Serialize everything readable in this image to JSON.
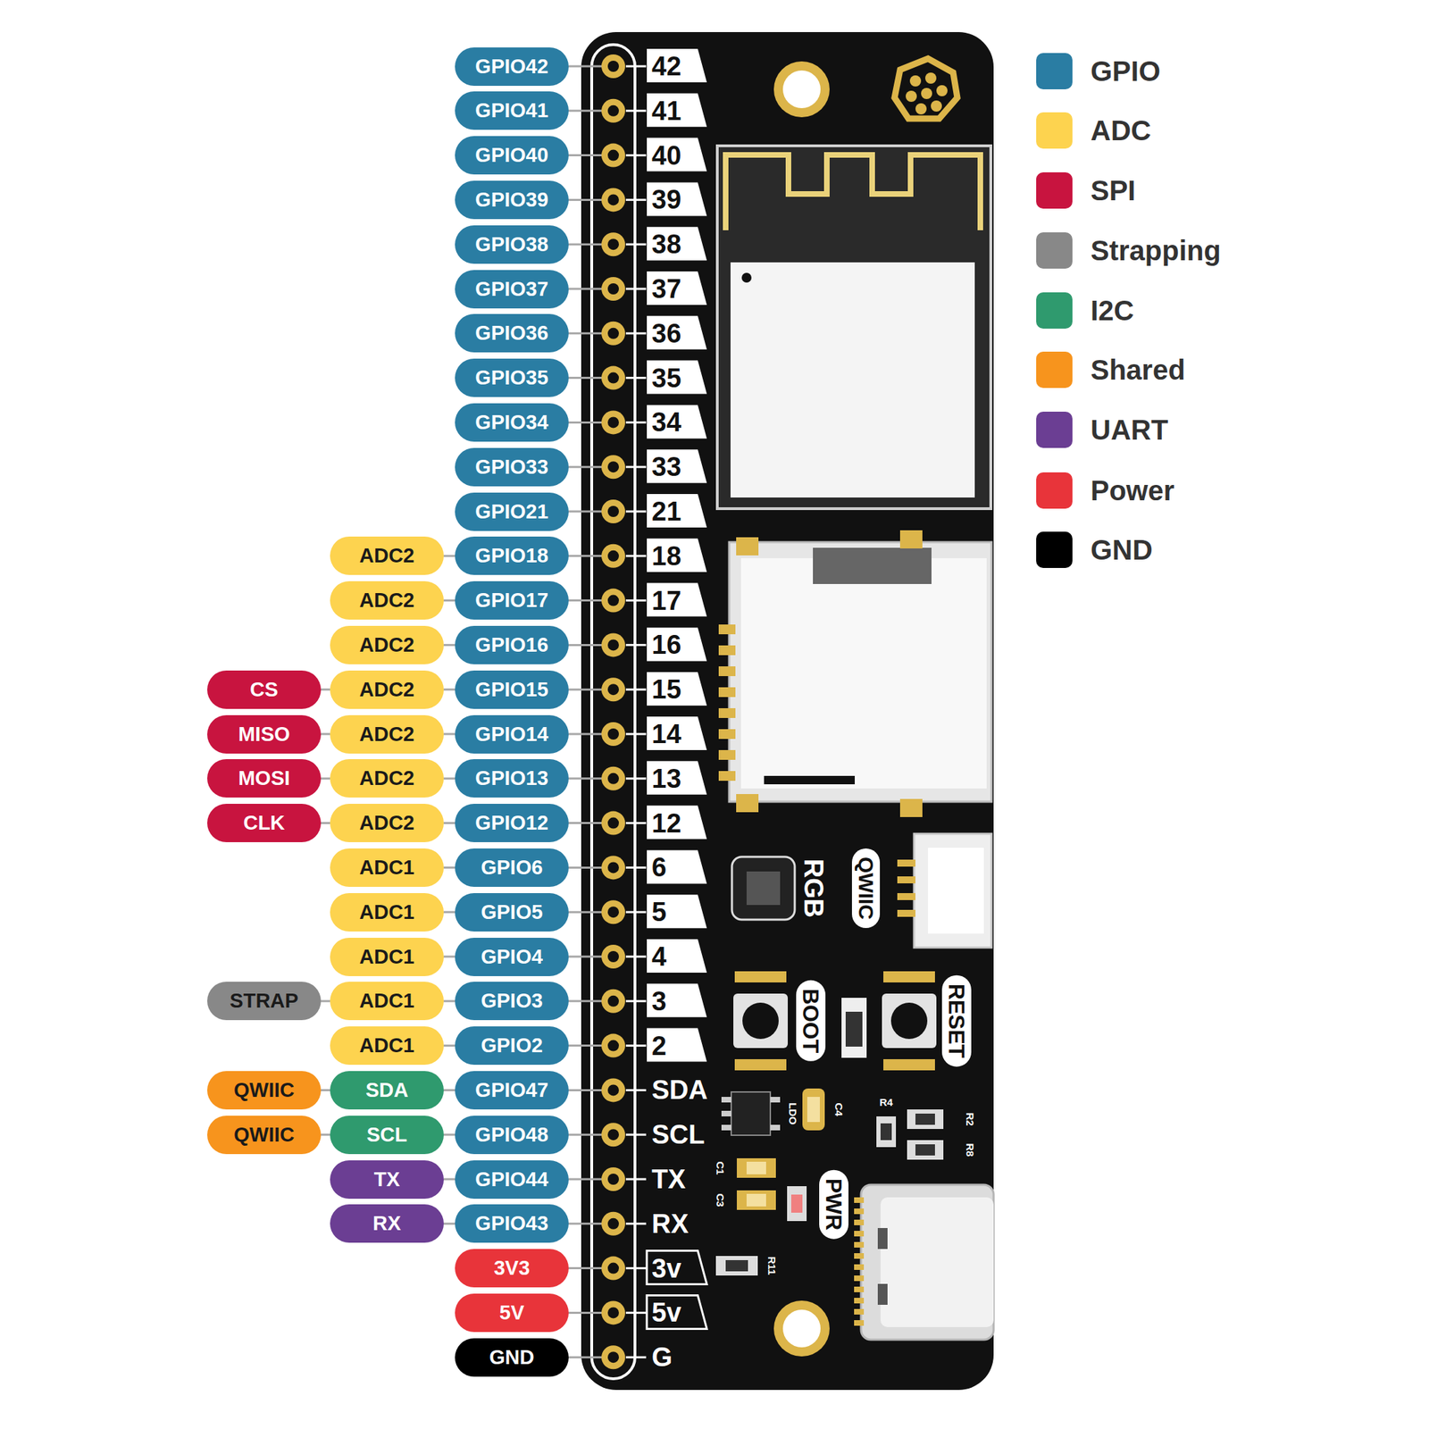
{
  "diagram": {
    "nodes": [
      {
        "text": [
          "GPIO42"
        ]
      },
      {
        "text": [
          "GPIO41"
        ]
      },
      {
        "text": [
          "GPIO40"
        ]
      },
      {
        "text": [
          "GPIO39"
        ]
      },
      {
        "text": [
          "GPIO38"
        ]
      },
      {
        "text": [
          "GPIO37"
        ]
      },
      {
        "text": [
          "GPIO36"
        ]
      },
      {
        "text": [
          "GPIO35"
        ]
      },
      {
        "text": [
          "GPIO34"
        ]
      },
      {
        "text": [
          "GPIO33"
        ]
      },
      {
        "text": [
          "GPIO21"
        ]
      },
      {
        "text": [
          "ADC2"
        ]
      },
      {
        "text": [
          "GPIO18"
        ]
      },
      {
        "text": [
          "ADC2"
        ]
      },
      {
        "text": [
          "GPIO17"
        ]
      },
      {
        "text": [
          "ADC2"
        ]
      },
      {
        "text": [
          "GPIO16"
        ]
      },
      {
        "text": [
          "CS"
        ]
      },
      {
        "text": [
          "ADC2"
        ]
      },
      {
        "text": [
          "GPIO15"
        ]
      },
      {
        "text": [
          "MISO"
        ]
      },
      {
        "text": [
          "ADC2"
        ]
      },
      {
        "text": [
          "GPIO14"
        ]
      },
      {
        "text": [
          "MOSI"
        ]
      },
      {
        "text": [
          "ADC2"
        ]
      },
      {
        "text": [
          "GPIO13"
        ]
      },
      {
        "text": [
          "CLK"
        ]
      },
      {
        "text": [
          "ADC2"
        ]
      },
      {
        "text": [
          "GPIO12"
        ]
      },
      {
        "text": [
          "ADC1"
        ]
      },
      {
        "text": [
          "GPIO6"
        ]
      },
      {
        "text": [
          "ADC1"
        ]
      },
      {
        "text": [
          "GPIO5"
        ]
      },
      {
        "text": [
          "ADC1"
        ]
      },
      {
        "text": [
          "GPIO4"
        ]
      },
      {
        "text": [
          "STRAP"
        ]
      },
      {
        "text": [
          "ADC1"
        ]
      },
      {
        "text": [
          "GPIO3"
        ]
      },
      {
        "text": [
          "ADC1"
        ]
      },
      {
        "text": [
          "GPIO2"
        ]
      },
      {
        "text": [
          "QWIIC"
        ]
      },
      {
        "text": [
          "SDA"
        ]
      },
      {
        "text": [
          "GPIO47"
        ]
      },
      {
        "text": [
          "QWIIC"
        ]
      },
      {
        "text": [
          "SCL"
        ]
      },
      {
        "text": [
          "GPIO48"
        ]
      },
      {
        "text": [
          "TX"
        ]
      },
      {
        "text": [
          "GPIO44"
        ]
      },
      {
        "text": [
          "RX"
        ]
      },
      {
        "text": [
          "GPIO43"
        ]
      },
      {
        "text": [
          "3V3"
        ]
      },
      {
        "text": [
          "5V"
        ]
      },
      {
        "text": [
          "GND"
        ]
      }
    ],
    "edges": [
      {
        "from": 11,
        "to": 12,
        "arrow": "none"
      },
      {
        "from": 13,
        "to": 14,
        "arrow": "none"
      },
      {
        "from": 15,
        "to": 16,
        "arrow": "none"
      },
      {
        "from": 17,
        "to": 18,
        "arrow": "none"
      },
      {
        "from": 18,
        "to": 19,
        "arrow": "none"
      },
      {
        "from": 20,
        "to": 21,
        "arrow": "none"
      },
      {
        "from": 21,
        "to": 22,
        "arrow": "none"
      },
      {
        "from": 23,
        "to": 24,
        "arrow": "none"
      },
      {
        "from": 24,
        "to": 25,
        "arrow": "none"
      },
      {
        "from": 26,
        "to": 27,
        "arrow": "none"
      },
      {
        "from": 27,
        "to": 28,
        "arrow": "none"
      },
      {
        "from": 29,
        "to": 30,
        "arrow": "none"
      },
      {
        "from": 31,
        "to": 32,
        "arrow": "none"
      },
      {
        "from": 33,
        "to": 34,
        "arrow": "none"
      },
      {
        "from": 35,
        "to": 36,
        "arrow": "none"
      },
      {
        "from": 36,
        "to": 37,
        "arrow": "none"
      },
      {
        "from": 38,
        "to": 39,
        "arrow": "none"
      },
      {
        "from": 40,
        "to": 41,
        "arrow": "none"
      },
      {
        "from": 41,
        "to": 42,
        "arrow": "none"
      },
      {
        "from": 43,
        "to": 44,
        "arrow": "none"
      },
      {
        "from": 44,
        "to": 45,
        "arrow": "none"
      },
      {
        "from": 46,
        "to": 47,
        "arrow": "none"
      },
      {
        "from": 48,
        "to": 49,
        "arrow": "none"
      }
    ],
    "labels": [
      "42",
      "41",
      "40",
      "39",
      "38",
      "37",
      "36",
      "35",
      "34",
      "33",
      "21",
      "18",
      "17",
      "16",
      "15",
      "14",
      "13",
      "12",
      "6",
      "5",
      "4",
      "3",
      "2",
      "SDA",
      "SCL",
      "TX",
      "RX",
      "3v",
      "5v",
      "G",
      "RGB",
      "QWIIC",
      "BOOT",
      "RESET",
      "LDO",
      "C4",
      "R4",
      "R2",
      "R8",
      "C1",
      "C3",
      "PWR",
      "R11"
    ],
    "legend": [
      {
        "text": "GPIO",
        "color": "#2a7da3"
      },
      {
        "text": "ADC",
        "color": "#fdd34f"
      },
      {
        "text": "SPI",
        "color": "#c8143f"
      },
      {
        "text": "Strapping",
        "color": "#888888"
      },
      {
        "text": "I2C",
        "color": "#2f9a6e"
      },
      {
        "text": "Shared",
        "color": "#f7941d"
      },
      {
        "text": "UART",
        "color": "#6b3e93"
      },
      {
        "text": "Power",
        "color": "#e8343a"
      },
      {
        "text": "GND",
        "color": "#000000"
      }
    ]
  }
}
